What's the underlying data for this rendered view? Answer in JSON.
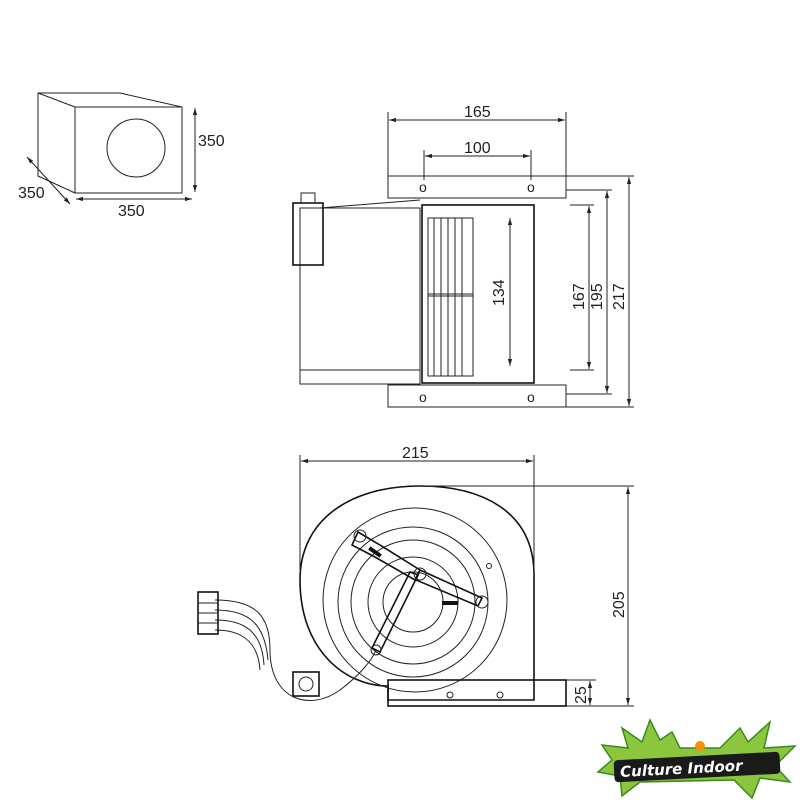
{
  "box_view": {
    "height_label": "350",
    "depth_label": "350",
    "width_label": "350"
  },
  "top_view": {
    "width_outer": "165",
    "width_inner": "100",
    "height_134": "134",
    "height_167": "167",
    "height_195": "195",
    "height_217": "217"
  },
  "front_view": {
    "width": "215",
    "height": "205",
    "base": "25"
  },
  "logo": {
    "text": "Culture Indoor",
    "colors": {
      "green": "#3a8a1e",
      "leaf": "#8cc63f",
      "orange": "#f39200",
      "dark": "#1a1a1a"
    }
  },
  "colors": {
    "line": "#222222"
  }
}
